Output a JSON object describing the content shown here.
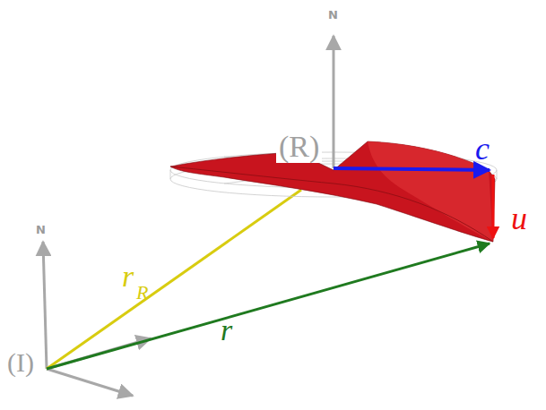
{
  "diagram": {
    "labels": [
      "N",
      "(R)",
      "c",
      "u",
      "r",
      "R",
      "N",
      "r",
      "(I)"
    ]
  }
}
